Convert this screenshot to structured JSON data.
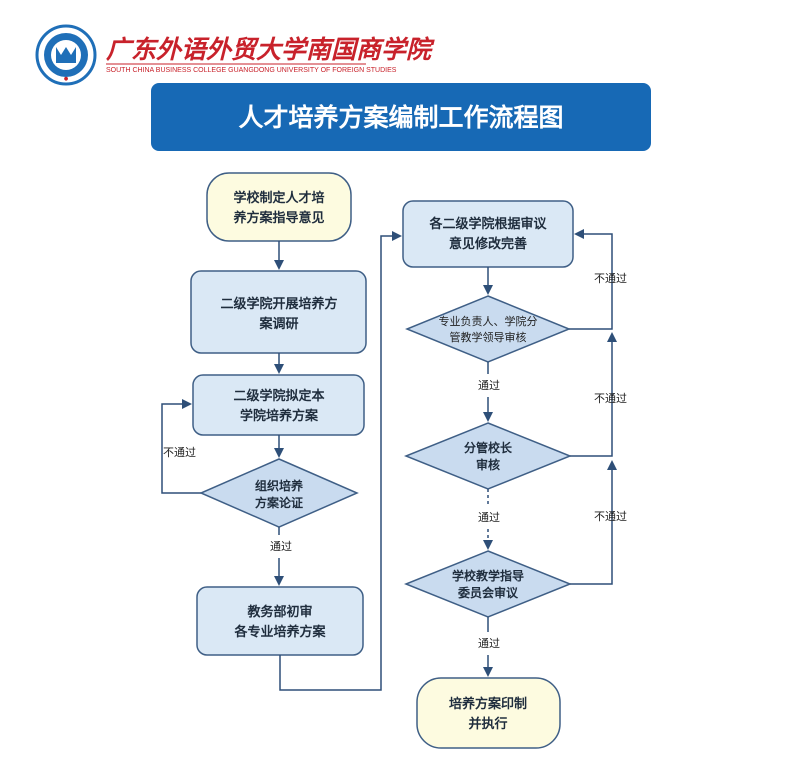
{
  "header": {
    "school_name_cn": "广东外语外贸大学南国商学院",
    "school_name_en": "SOUTH CHINA BUSINESS COLLEGE GUANGDONG UNIVERSITY OF FOREIGN STUDIES"
  },
  "banner": {
    "title": "人才培养方案编制工作流程图"
  },
  "left": {
    "start": [
      "学校制定人才培",
      "养方案指导意见"
    ],
    "research": [
      "二级学院开展培养方",
      "案调研"
    ],
    "draft": [
      "二级学院拟定本",
      "学院培养方案"
    ],
    "review": [
      "组织培养",
      "方案论证"
    ],
    "initial": [
      "教务部初审",
      "各专业培养方案"
    ]
  },
  "right": {
    "revise": [
      "各二级学院根据审议",
      "意见修改完善"
    ],
    "dean_review": [
      "专业负责人、学院分",
      "管教学领导审核"
    ],
    "vp_review": [
      "分管校长",
      "审核"
    ],
    "committee": [
      "学校教学指导",
      "委员会审议"
    ],
    "end": [
      "培养方案印制",
      "并执行"
    ]
  },
  "labels": {
    "pass": "通过",
    "fail": "不通过"
  },
  "colors": {
    "banner": "#1769b5",
    "box_fill": "#dae8f5",
    "box_stroke": "#3f5f86",
    "terminal_fill": "#fdfbe0",
    "diamond_fill": "#c9dbef",
    "arrow": "#2e4f78",
    "logo_red": "#c8222b"
  }
}
